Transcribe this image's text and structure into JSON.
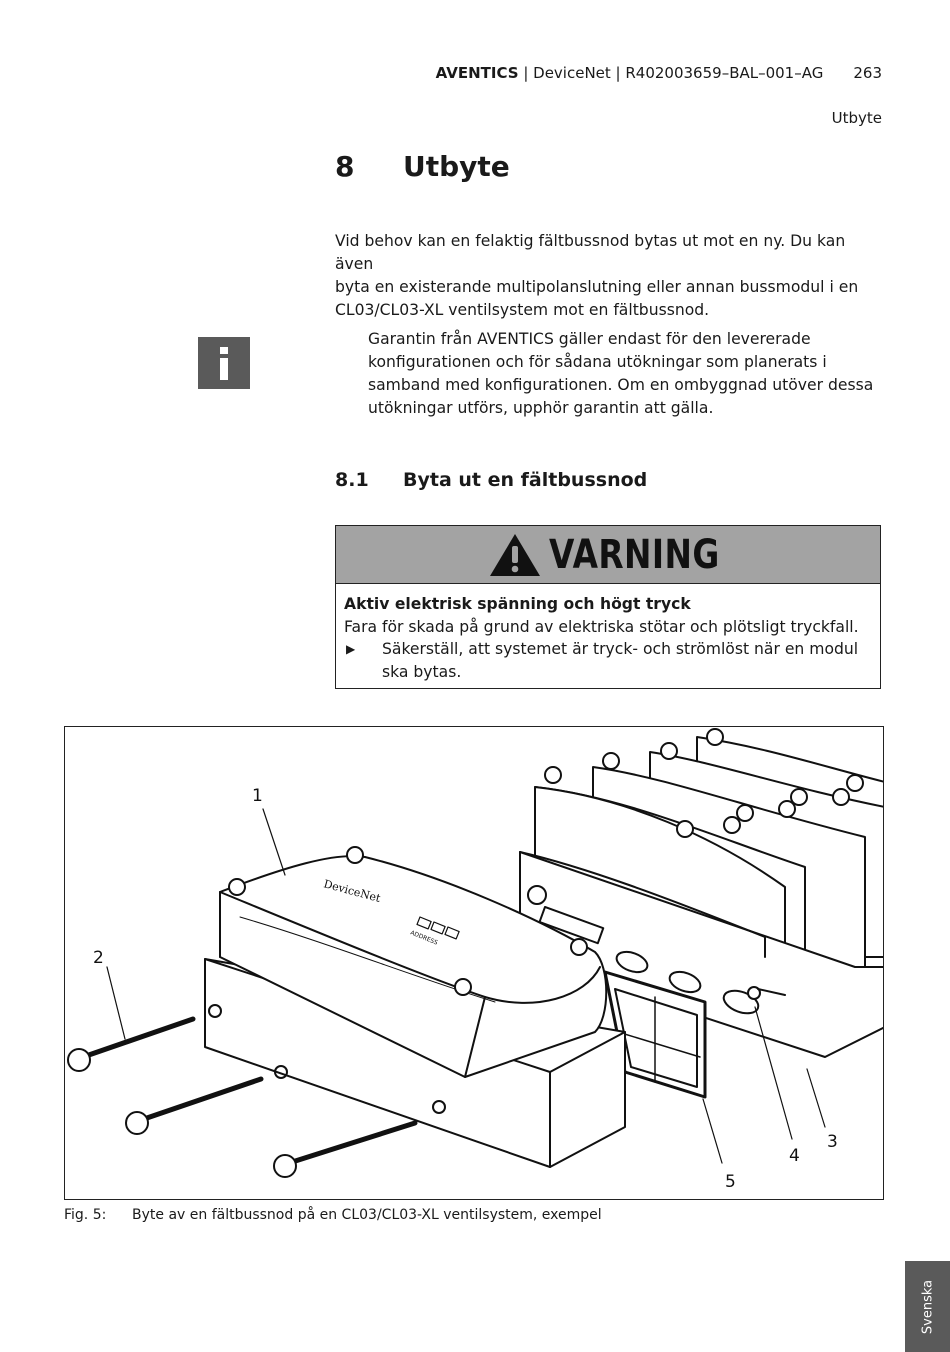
{
  "header": {
    "brand": "AVENTICS",
    "product": "DeviceNet",
    "docnum": "R402003659–BAL–001–AG",
    "page": "263",
    "sep": " | "
  },
  "section_label": "Utbyte",
  "chapter": {
    "number": "8",
    "title": "Utbyte"
  },
  "intro": {
    "lines": [
      "Vid behov kan en felaktig fältbussnod bytas ut mot en ny. Du kan även",
      "byta en existerande multipolanslutning eller annan bussmodul i en",
      "CL03/CL03-XL ventilsystem mot en fältbussnod."
    ]
  },
  "note": {
    "icon": "info-icon",
    "lines": [
      "Garantin från AVENTICS gäller endast för den levererade",
      "konfigurationen och för sådana utökningar som planerats i",
      "samband med konfigurationen. Om en ombyggnad utöver dessa",
      "utökningar utförs, upphör garantin att gälla."
    ]
  },
  "section": {
    "number": "8.1",
    "title": "Byta ut en fältbussnod"
  },
  "warning": {
    "signal_word": "VARNING",
    "title": "Aktiv elektrisk spänning och högt tryck",
    "text": "Fara för skada på grund av elektriska stötar och plötsligt tryckfall.",
    "bullet": "▶",
    "item_lines": [
      "Säkerställ, att systemet är tryck- och strömlöst när en modul",
      "ska bytas."
    ],
    "colors": {
      "header_bg": "#a3a3a3",
      "border": "#222222"
    }
  },
  "figure": {
    "callouts": [
      "1",
      "2",
      "3",
      "4",
      "5"
    ],
    "device_brand": "DeviceNet",
    "address_label": "ADDRESS",
    "label": "Fig. 5:",
    "caption": "Byte av en fältbussnod på en CL03/CL03-XL ventilsystem, exempel"
  },
  "side_tab": {
    "label": "Svenska",
    "color": "#5a5a5a"
  }
}
